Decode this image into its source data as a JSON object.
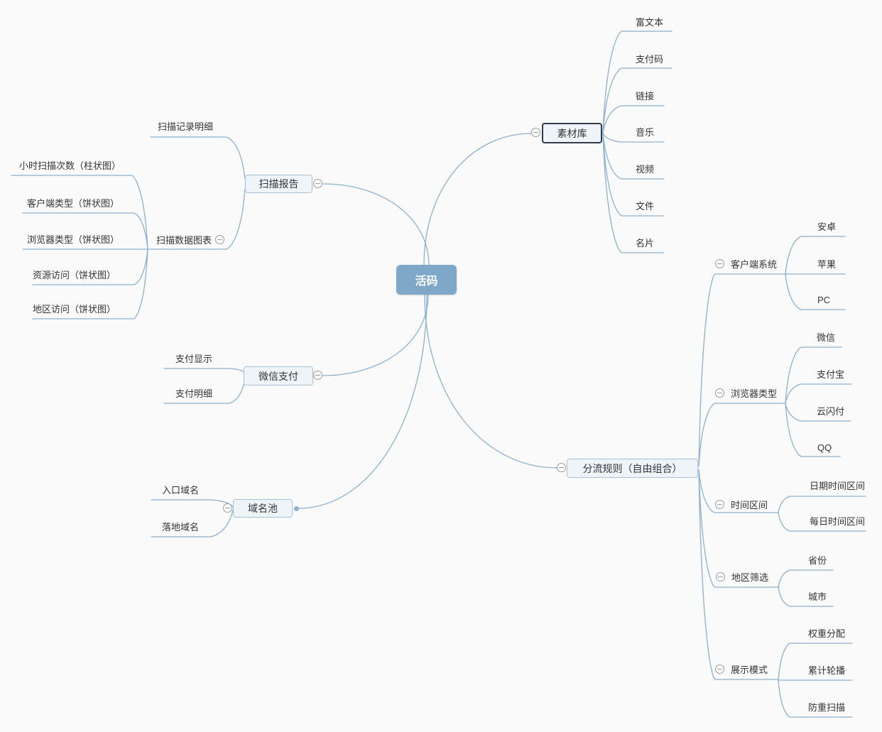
{
  "root": {
    "label": "活码"
  },
  "branches": [
    {
      "label": "扫描报告",
      "children": [
        {
          "label": "扫描记录明细"
        },
        {
          "label": "扫描数据图表",
          "children": [
            {
              "label": "小时扫描次数（柱状图）"
            },
            {
              "label": "客户端类型（饼状图）"
            },
            {
              "label": "浏览器类型（饼状图）"
            },
            {
              "label": "资源访问（饼状图）"
            },
            {
              "label": "地区访问（饼状图）"
            }
          ]
        }
      ]
    },
    {
      "label": "素材库",
      "children": [
        {
          "label": "富文本"
        },
        {
          "label": "支付码"
        },
        {
          "label": "链接"
        },
        {
          "label": "音乐"
        },
        {
          "label": "视频"
        },
        {
          "label": "文件"
        },
        {
          "label": "名片"
        }
      ]
    },
    {
      "label": "微信支付",
      "children": [
        {
          "label": "支付显示"
        },
        {
          "label": "支付明细"
        }
      ]
    },
    {
      "label": "域名池",
      "children": [
        {
          "label": "入口域名"
        },
        {
          "label": "落地域名"
        }
      ]
    },
    {
      "label": "分流规则（自由组合）",
      "children": [
        {
          "label": "客户端系统",
          "children": [
            {
              "label": "安卓"
            },
            {
              "label": "苹果"
            },
            {
              "label": "PC"
            }
          ]
        },
        {
          "label": "浏览器类型",
          "children": [
            {
              "label": "微信"
            },
            {
              "label": "支付宝"
            },
            {
              "label": "云闪付"
            },
            {
              "label": "QQ"
            }
          ]
        },
        {
          "label": "时间区间",
          "children": [
            {
              "label": "日期时间区间"
            },
            {
              "label": "每日时间区间"
            }
          ]
        },
        {
          "label": "地区筛选",
          "children": [
            {
              "label": "省份"
            },
            {
              "label": "城市"
            }
          ]
        },
        {
          "label": "展示模式",
          "children": [
            {
              "label": "权重分配"
            },
            {
              "label": "累计轮播"
            },
            {
              "label": "防重扫描"
            }
          ]
        }
      ]
    }
  ],
  "icons": {
    "collapse": "minus-circle"
  },
  "colors": {
    "background": "#fafafa",
    "line": "#8bb0d1",
    "root_fill": "#7fa7c8",
    "root_text": "#ffffff",
    "node_fill": "#eff4f9",
    "node_border": "#a6c2da",
    "selected_border": "#2e3c4c",
    "icon_border": "#999999",
    "text": "#333333"
  }
}
